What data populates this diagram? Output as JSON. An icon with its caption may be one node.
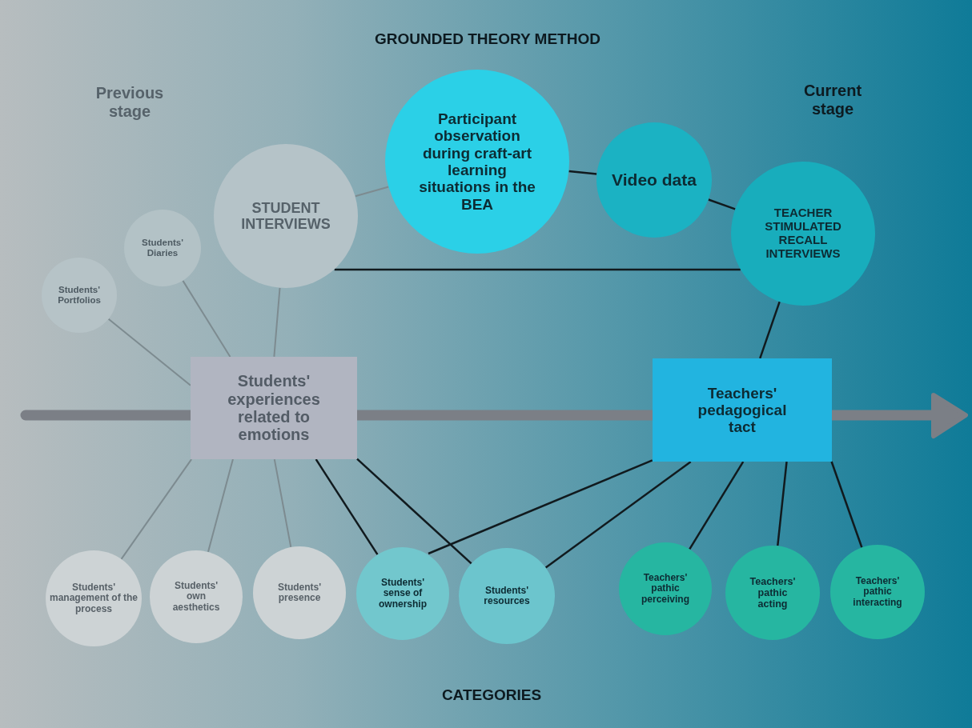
{
  "diagram": {
    "title": "GROUNDED THEORY METHOD",
    "nodes": [
      {
        "text": [
          "STUDENT INTERVIEWS"
        ]
      },
      {
        "text": [
          "Participant observation during craft-art learning situations in the BEA"
        ]
      },
      {
        "text": [
          "Video data"
        ]
      },
      {
        "text": [
          "TEACHER STIMULATED RECALL INTERVIEWS"
        ]
      },
      {
        "text": [
          "Students' Diaries"
        ]
      },
      {
        "text": [
          "Students' Portfolios"
        ]
      },
      {
        "text": [
          "Students' experiences related to emotions"
        ]
      },
      {
        "text": [
          "Teachers' pedagogical tact"
        ]
      },
      {
        "text": [
          "Students' management of the process"
        ]
      },
      {
        "text": [
          "Students' own aesthetics"
        ]
      },
      {
        "text": [
          "Students' presence"
        ]
      },
      {
        "text": [
          "Students' sense of ownership"
        ]
      },
      {
        "text": [
          "Students' resources"
        ]
      },
      {
        "text": [
          "Teachers' pathic perceiving"
        ]
      },
      {
        "text": [
          "Teachers' pathic acting"
        ]
      },
      {
        "text": [
          "Teachers' pathic interacting"
        ]
      }
    ],
    "edges": [
      {
        "from": 0,
        "to": 1,
        "arrow": "none",
        "color": "#7d8b90"
      },
      {
        "from": 1,
        "to": 2,
        "arrow": "none"
      },
      {
        "from": 2,
        "to": 3,
        "arrow": "none"
      },
      {
        "from": 0,
        "to": 3,
        "arrow": "none"
      },
      {
        "from": 5,
        "to": 6,
        "arrow": "none",
        "color": "#7d8b90"
      },
      {
        "from": 4,
        "to": 6,
        "arrow": "none",
        "color": "#7d8b90"
      },
      {
        "from": 0,
        "to": 6,
        "arrow": "none",
        "color": "#7d8b90"
      },
      {
        "from": 3,
        "to": 7,
        "arrow": "none"
      },
      {
        "from": 6,
        "to": 8,
        "arrow": "none",
        "color": "#7d8b90"
      },
      {
        "from": 6,
        "to": 9,
        "arrow": "none",
        "color": "#7d8b90"
      },
      {
        "from": 6,
        "to": 10,
        "arrow": "none",
        "color": "#7d8b90"
      },
      {
        "from": 6,
        "to": 11,
        "arrow": "none"
      },
      {
        "from": 6,
        "to": 12,
        "arrow": "none"
      },
      {
        "from": 7,
        "to": 11,
        "arrow": "none"
      },
      {
        "from": 7,
        "to": 12,
        "arrow": "none"
      },
      {
        "from": 7,
        "to": 13,
        "arrow": "none"
      },
      {
        "from": 7,
        "to": 14,
        "arrow": "none"
      },
      {
        "from": 7,
        "to": 15,
        "arrow": "none"
      }
    ],
    "labels": [
      "Previous stage",
      "Current stage",
      "CATEGORIES"
    ]
  }
}
